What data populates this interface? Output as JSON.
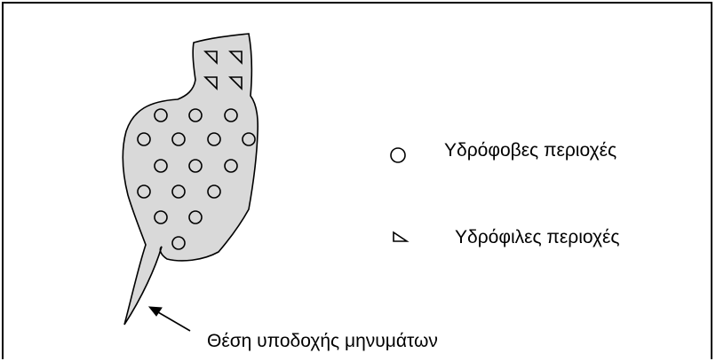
{
  "figure": {
    "legend": {
      "hydrophobic": {
        "symbol": "circle",
        "label": "Υδρόφοβες περιοχές"
      },
      "hydrophilic": {
        "symbol": "triangle",
        "label": "Υδρόφιλες περιοχές"
      }
    },
    "callout": {
      "label": "Θέση υποδοχής μηνυμάτων"
    },
    "colors": {
      "shape_fill": "#d9d9d9",
      "stroke": "#000000",
      "background": "#ffffff"
    }
  }
}
